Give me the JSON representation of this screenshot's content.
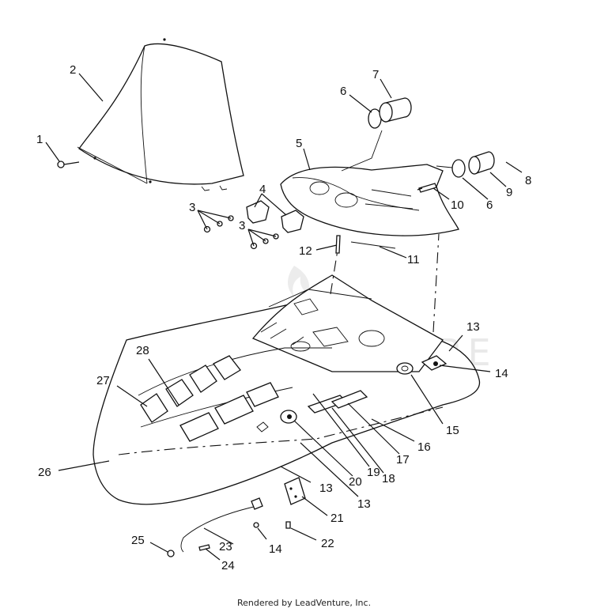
{
  "callouts": [
    "1",
    "2",
    "3",
    "3",
    "4",
    "5",
    "6",
    "6",
    "7",
    "8",
    "9",
    "10",
    "11",
    "12",
    "13",
    "13",
    "13",
    "14",
    "14",
    "15",
    "16",
    "17",
    "18",
    "19",
    "20",
    "21",
    "22",
    "23",
    "24",
    "25",
    "26",
    "27",
    "28"
  ],
  "footer": {
    "credit": "Rendered by LeadVenture, Inc."
  },
  "watermark": {
    "text": "LEADVENTURE"
  }
}
